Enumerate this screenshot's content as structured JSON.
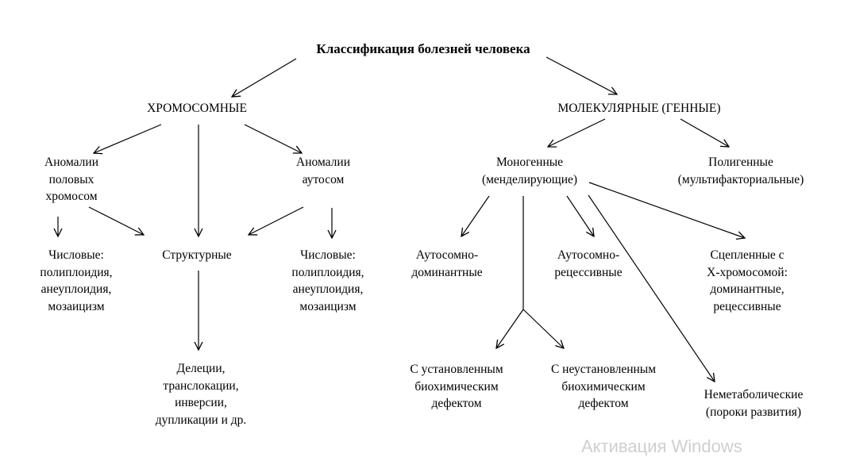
{
  "diagram": {
    "title": "Классификация болезней человека",
    "chromosomal": {
      "label": "ХРОМОСОМНЫЕ",
      "sex_anomalies": "Аномалии\nполовых\nхромосом",
      "autosome_anomalies": "Аномалии\nаутосом",
      "numeric_left": "Числовые:\nполиплоидия,\nанеуплоидия,\nмозаицизм",
      "structural": "Структурные",
      "numeric_right": "Числовые:\nполиплоидия,\nанеуплоидия,\nмозаицизм",
      "structural_types": "Делеции,\nтранслокации,\nинверсии,\nдупликации и др."
    },
    "molecular": {
      "label": "МОЛЕКУЛЯРНЫЕ (ГЕННЫЕ)",
      "monogenic": "Моногенные\n(менделирующие)",
      "polygenic": "Полигенные\n(мультифакториальные)",
      "autosomal_dominant": "Аутосомно-\nдоминантные",
      "autosomal_recessive": "Аутосомно-\nрецессивные",
      "x_linked": "Сцепленные с\nХ-хромосомой:\nдоминантные,\nрецессивные",
      "known_defect": "С установленным\nбиохимическим\nдефектом",
      "unknown_defect": "С неустановленным\nбиохимическим\nдефектом",
      "non_metabolic": "Неметаболические\n(пороки развития)"
    }
  },
  "watermark": "Активация Windows",
  "arrows": [
    {
      "from": "title",
      "to": "chromosomal"
    },
    {
      "from": "title",
      "to": "molecular"
    },
    {
      "from": "chromosomal",
      "to": "sex_anomalies"
    },
    {
      "from": "chromosomal",
      "to": "structural"
    },
    {
      "from": "chromosomal",
      "to": "autosome_anomalies"
    },
    {
      "from": "sex_anomalies",
      "to": "numeric_left"
    },
    {
      "from": "sex_anomalies",
      "to": "structural"
    },
    {
      "from": "autosome_anomalies",
      "to": "structural"
    },
    {
      "from": "autosome_anomalies",
      "to": "numeric_right"
    },
    {
      "from": "structural",
      "to": "structural_types"
    },
    {
      "from": "molecular",
      "to": "monogenic"
    },
    {
      "from": "molecular",
      "to": "polygenic"
    },
    {
      "from": "monogenic",
      "to": "autosomal_dominant"
    },
    {
      "from": "monogenic",
      "to": "autosomal_recessive"
    },
    {
      "from": "monogenic",
      "to": "x_linked"
    },
    {
      "from": "monogenic",
      "to": "non_metabolic"
    },
    {
      "from": "monogenic",
      "to": "known_defect"
    },
    {
      "from": "monogenic",
      "to": "unknown_defect"
    }
  ]
}
